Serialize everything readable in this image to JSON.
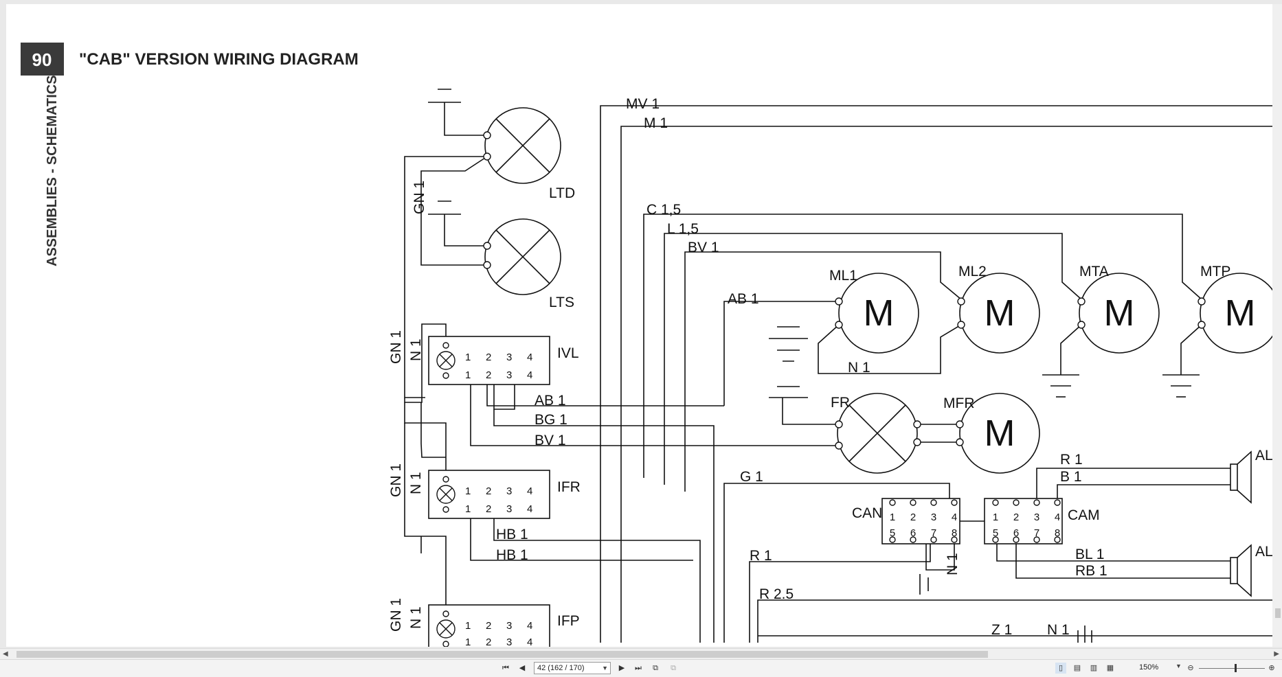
{
  "document": {
    "page_badge": "90",
    "title": "\"CAB\" VERSION WIRING DIAGRAM",
    "side_heading": "ASSEMBLIES - SCHEMATICS"
  },
  "diagram": {
    "components": {
      "ltd": "LTD",
      "lts": "LTS",
      "ivl": "IVL",
      "ifr": "IFR",
      "ifp": "IFP",
      "ml1": "ML1",
      "ml2": "ML2",
      "mta": "MTA",
      "mtp": "MTP",
      "fr": "FR",
      "mfr": "MFR",
      "can": "CAN",
      "cam": "CAM",
      "ali": "ALI",
      "als": "ALS",
      "motor_symbol": "M"
    },
    "wires": {
      "mv1": "MV 1",
      "m1": "M 1",
      "c15": "C 1,5",
      "l15": "L 1,5",
      "bv1_top": "BV 1",
      "ab1_top": "AB 1",
      "n1_motor": "N 1",
      "ab1": "AB 1",
      "bg1": "BG 1",
      "bv1": "BV 1",
      "hb1_a": "HB 1",
      "hb1_b": "HB 1",
      "g1": "G 1",
      "r1": "R 1",
      "r25": "R 2.5",
      "z1": "Z 1",
      "n1_bottom": "N 1",
      "n1_can": "N 1",
      "r1_ali": "R 1",
      "b1_ali": "B 1",
      "bl1": "BL 1",
      "rb1": "RB 1",
      "gn1_top": "GN 1",
      "gn1": "GN 1",
      "n1": "N 1"
    },
    "switch_pins_top": [
      "1",
      "2",
      "3",
      "4"
    ],
    "connector_pins_top": [
      "1",
      "2",
      "3",
      "4"
    ],
    "connector_pins_bottom": [
      "5",
      "6",
      "7",
      "8"
    ]
  },
  "toolbar": {
    "page_field": "42 (162 / 170)",
    "zoom": "150%",
    "icons": [
      "first-page-icon",
      "prev-page-icon",
      "next-page-icon",
      "last-page-icon",
      "copy-icon",
      "paste-icon",
      "single-page-view-icon",
      "continuous-view-icon",
      "facing-view-icon",
      "continuous-facing-view-icon",
      "zoom-out-icon",
      "zoom-in-icon"
    ]
  }
}
